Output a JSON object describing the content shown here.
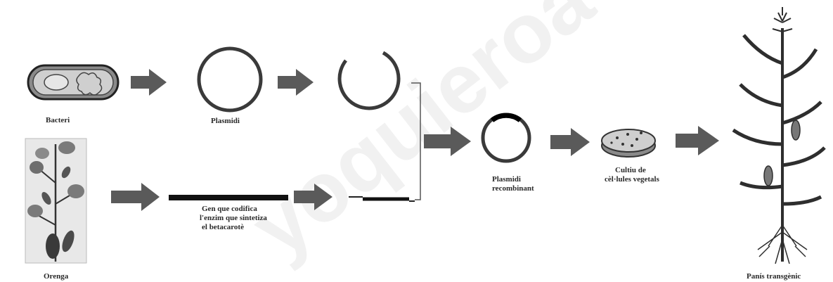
{
  "labels": {
    "bacteri": "Bacteri",
    "plasmidi": "Plasmidi",
    "gen_line1": "Gen que codifica",
    "gen_line2": "l'enzim que sintetiza",
    "gen_line3": "el betacarotè",
    "plasmidi_rec_line1": "Plasmidi",
    "plasmidi_rec_line2": "recombinant",
    "cultiu_line1": "Cultiu de",
    "cultiu_line2": "cèl·lules vegetals",
    "panis": "Panís transgènic",
    "orenga": "Orenga"
  },
  "watermark": "yoquieroa",
  "colors": {
    "arrow": "#5a5a5a",
    "ring": "#3a3a3a",
    "gene": "#111111",
    "dish": "#b5b5b5",
    "plant": "#2e2e2e"
  }
}
